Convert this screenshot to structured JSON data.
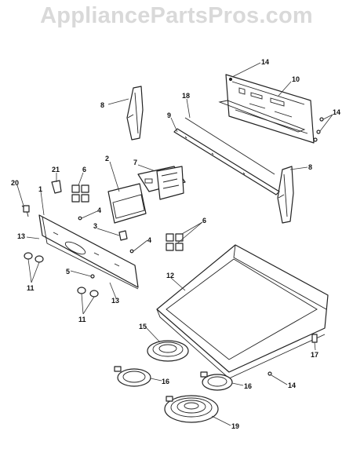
{
  "watermark": "AppliancePartsPros.com",
  "callouts": [
    {
      "id": "c14a",
      "text": "14"
    },
    {
      "id": "c10",
      "text": "10"
    },
    {
      "id": "c8a",
      "text": "8"
    },
    {
      "id": "c18",
      "text": "18"
    },
    {
      "id": "c9",
      "text": "9"
    },
    {
      "id": "c14b",
      "text": "14"
    },
    {
      "id": "c8b",
      "text": "8"
    },
    {
      "id": "c2",
      "text": "2"
    },
    {
      "id": "c7",
      "text": "7"
    },
    {
      "id": "c21",
      "text": "21"
    },
    {
      "id": "c6a",
      "text": "6"
    },
    {
      "id": "c20",
      "text": "20"
    },
    {
      "id": "c1",
      "text": "1"
    },
    {
      "id": "c4a",
      "text": "4"
    },
    {
      "id": "c3",
      "text": "3"
    },
    {
      "id": "c4b",
      "text": "4"
    },
    {
      "id": "c6b",
      "text": "6"
    },
    {
      "id": "c13a",
      "text": "13"
    },
    {
      "id": "c5",
      "text": "5"
    },
    {
      "id": "c11a",
      "text": "11"
    },
    {
      "id": "c13b",
      "text": "13"
    },
    {
      "id": "c11b",
      "text": "11"
    },
    {
      "id": "c12",
      "text": "12"
    },
    {
      "id": "c15",
      "text": "15"
    },
    {
      "id": "c17",
      "text": "17"
    },
    {
      "id": "c16a",
      "text": "16"
    },
    {
      "id": "c16b",
      "text": "16"
    },
    {
      "id": "c14c",
      "text": "14"
    },
    {
      "id": "c19",
      "text": "19"
    }
  ]
}
